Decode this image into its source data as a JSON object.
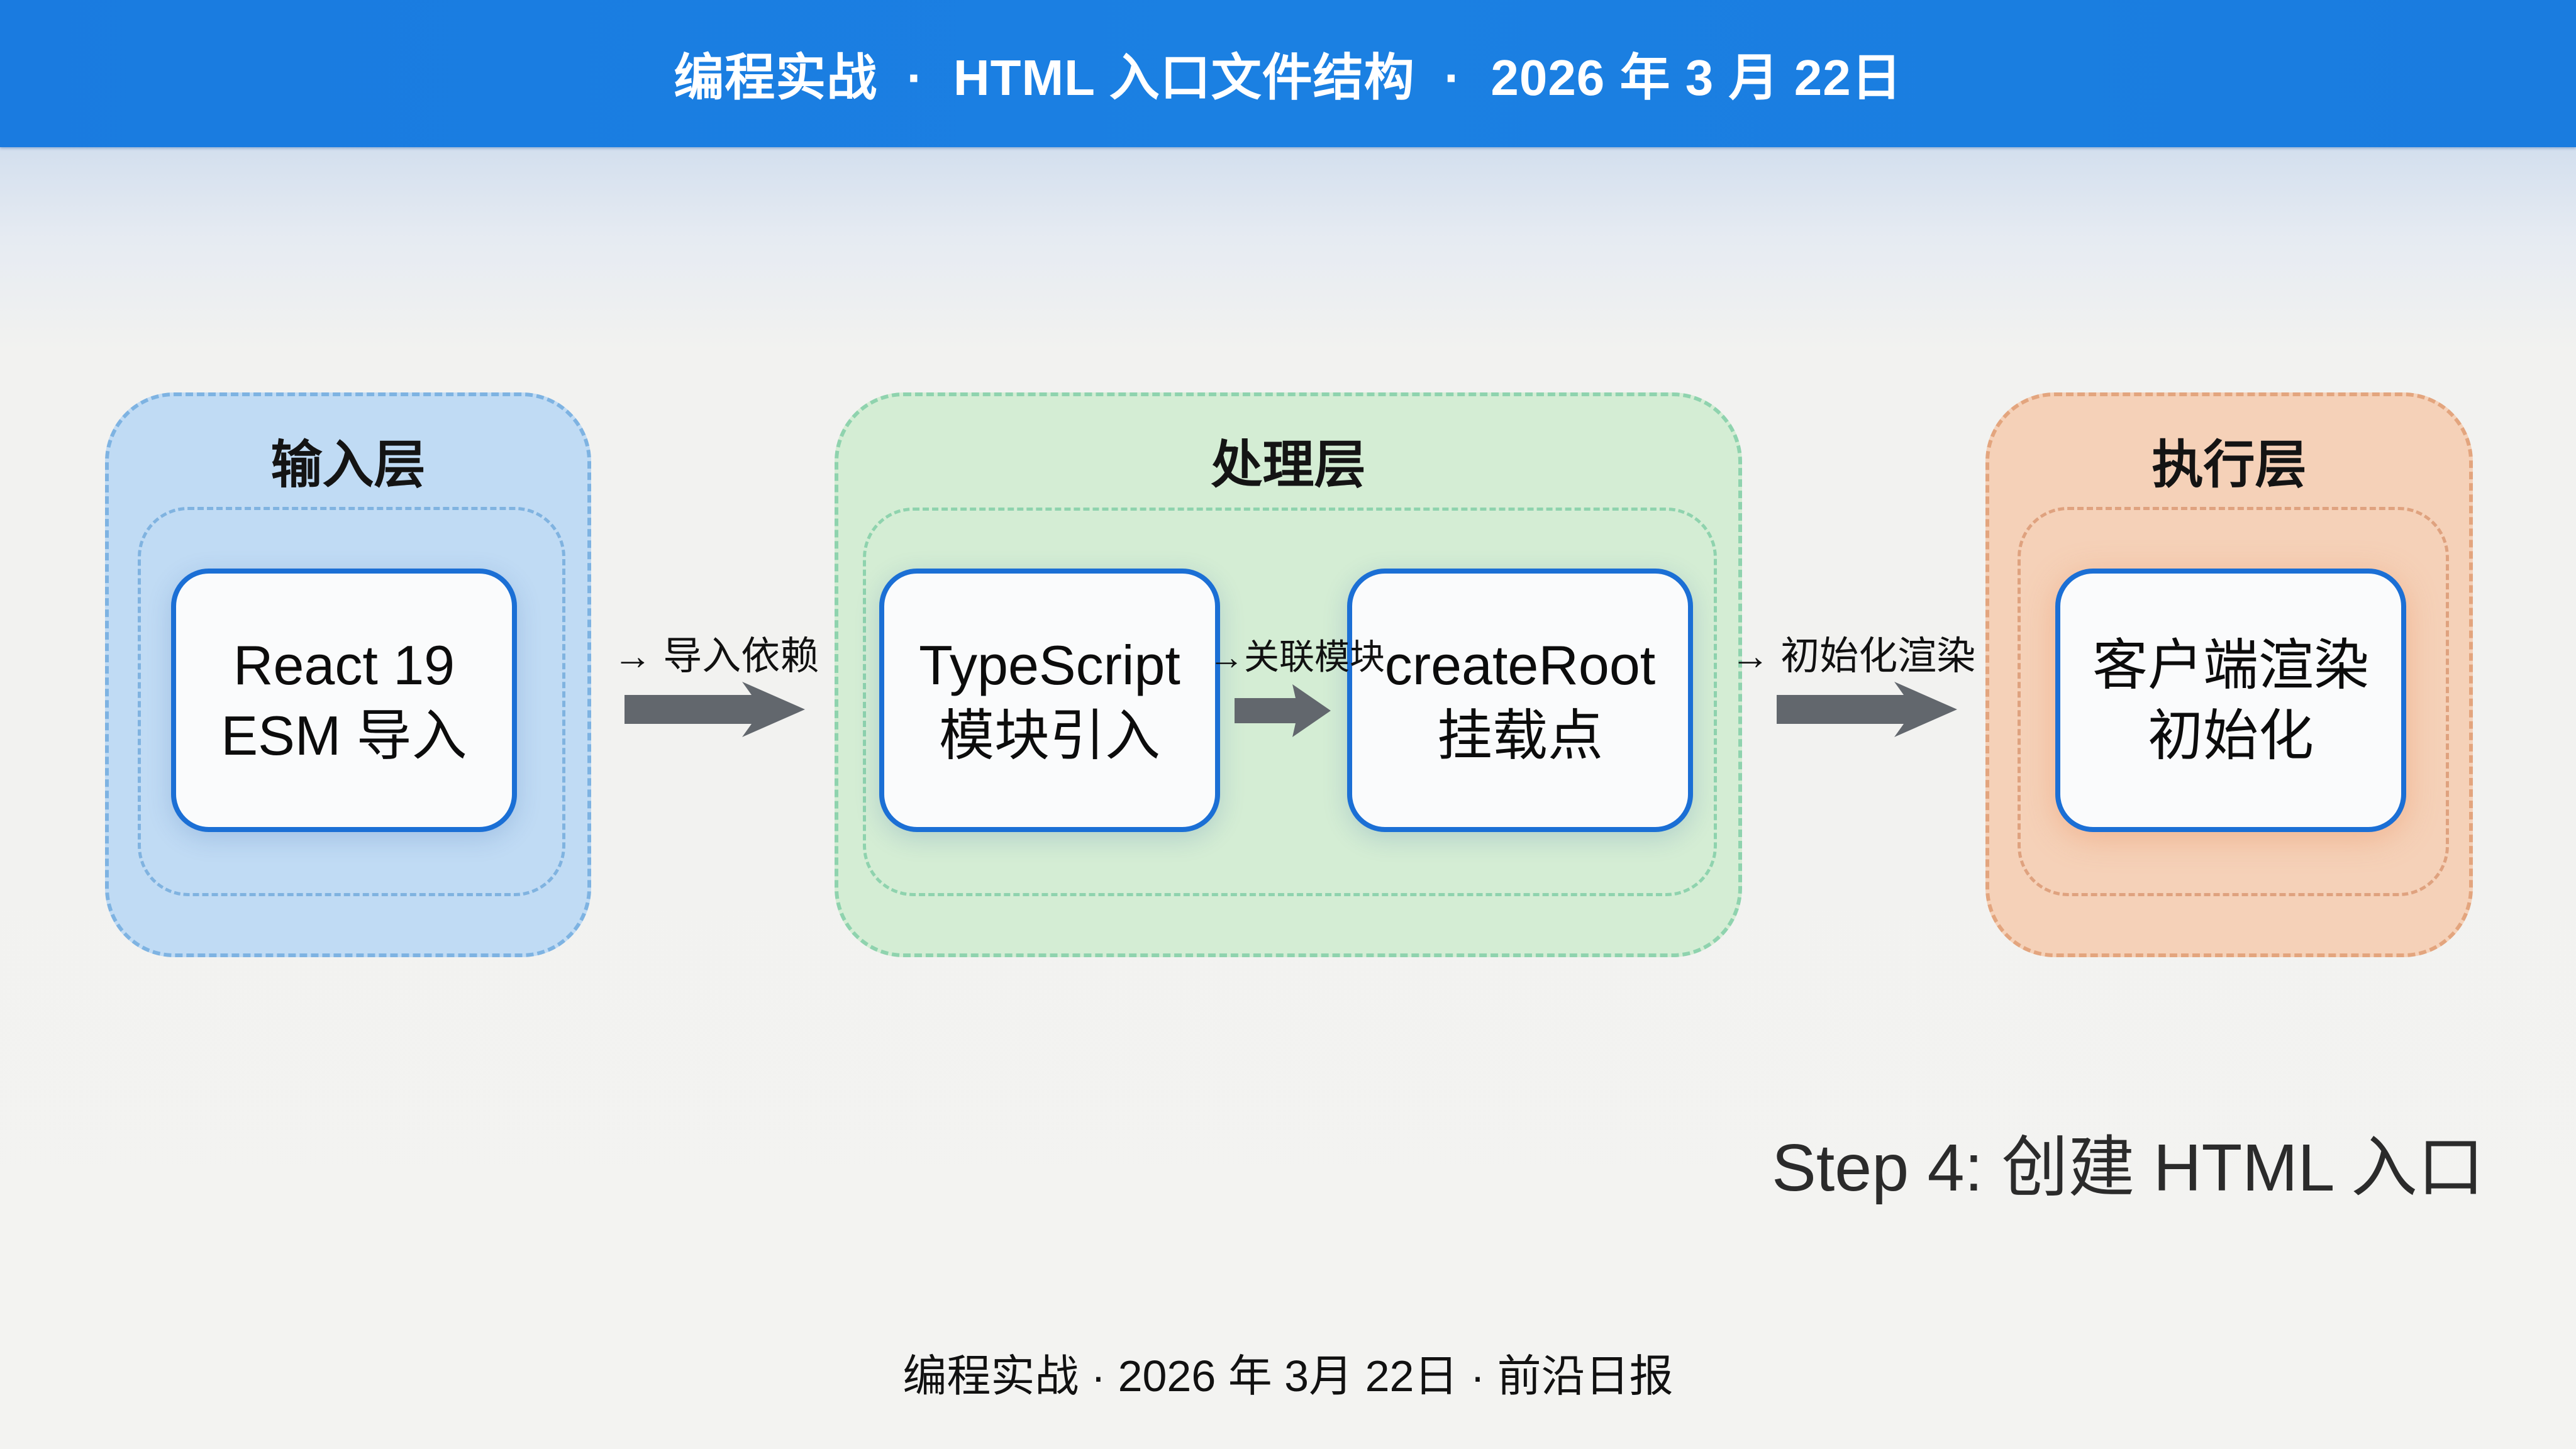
{
  "header": {
    "title": "编程实战  ·  HTML 入口文件结构  ·  2026 年 3 月 22日",
    "background": "#1a7ee1",
    "text_color": "#ffffff"
  },
  "layers": [
    {
      "id": "input",
      "title": "输入层",
      "fill": "#c0dbf4",
      "border": "#7eb3e2",
      "cards": [
        {
          "lines": [
            "React 19",
            "ESM 导入"
          ]
        }
      ]
    },
    {
      "id": "process",
      "title": "处理层",
      "fill": "#d4edd4",
      "border": "#8fd3ae",
      "cards": [
        {
          "lines": [
            "TypeScript",
            "模块引入"
          ]
        },
        {
          "lines": [
            "createRoot",
            "挂载点"
          ]
        }
      ]
    },
    {
      "id": "execute",
      "title": "执行层",
      "fill": "#f5d1b8",
      "border": "#e3a57e",
      "cards": [
        {
          "lines": [
            "客户端渲染",
            "初始化"
          ]
        }
      ]
    }
  ],
  "connectors": [
    {
      "label": "→ 导入依赖",
      "icon": "right-arrow-icon"
    },
    {
      "label": "→关联模块",
      "icon": "right-arrow-icon"
    },
    {
      "label": "→ 初始化渲染",
      "icon": "right-arrow-icon"
    }
  ],
  "card_border_color": "#1b6fd5",
  "arrow_color": "#62676d",
  "step_title": "Step 4: 创建 HTML 入口",
  "footer": "编程实战 · 2026 年 3月 22日 · 前沿日报"
}
